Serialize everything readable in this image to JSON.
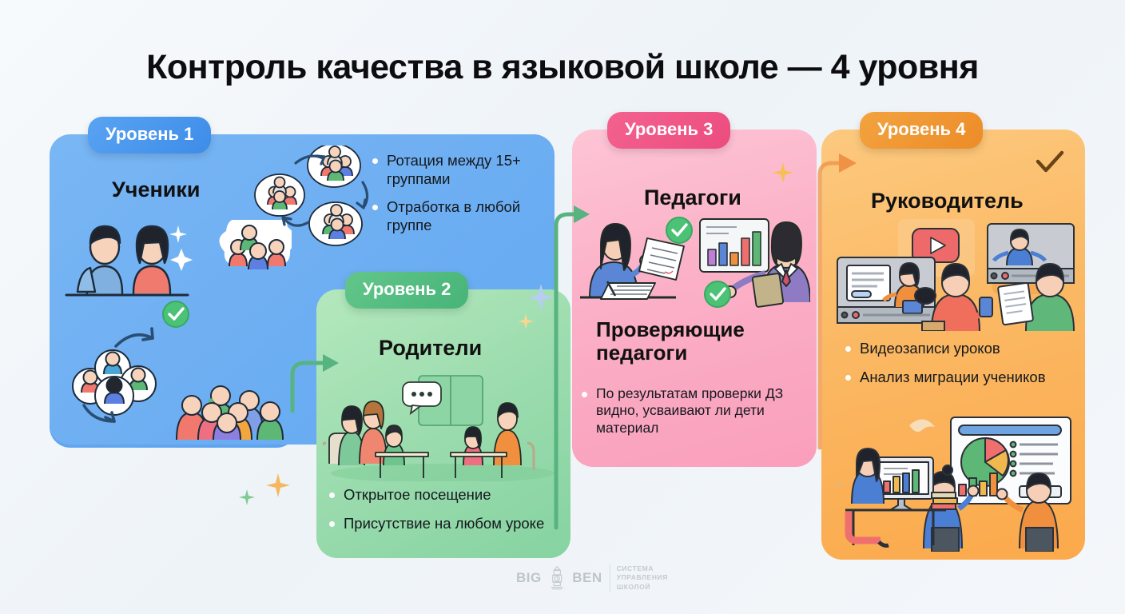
{
  "page": {
    "title": "Контроль качества в языковой школе — 4 уровня",
    "background_color": "#f2f6fa"
  },
  "cards": [
    {
      "badge": "Уровень 1",
      "title": "Ученики",
      "accent": "#59a3f2",
      "bullets": [
        "Ротация между 15+ группами",
        "Отработка в любой группе"
      ],
      "illustration": "students-group-rotation"
    },
    {
      "badge": "Уровень 2",
      "title": "Родители",
      "accent": "#46b478",
      "bullets": [
        "Открытое посещение",
        "Присутствие на любом уроке"
      ],
      "illustration": "parents-meeting-table"
    },
    {
      "badge": "Уровень 3",
      "title": "Педагоги",
      "subtitle": "Проверяющие педагоги",
      "accent": "#eb4c7e",
      "bullets": [
        "По результатам проверки ДЗ видно, усваивают ли дети материал"
      ],
      "illustration": "teacher-checking-homework-and-chart"
    },
    {
      "badge": "Уровень 4",
      "title": "Руководитель",
      "accent": "#ec8c28",
      "bullets": [
        "Видеозаписи уроков",
        "Анализ миграции учеников"
      ],
      "illustration": "video-lessons-and-analytics"
    }
  ],
  "footer": {
    "logo_word_1": "BIG",
    "logo_word_2": "BEN",
    "tagline_line1": "СИСТЕМА",
    "tagline_line2": "УПРАВЛЕНИЯ",
    "tagline_line3": "ШКОЛОЙ"
  }
}
